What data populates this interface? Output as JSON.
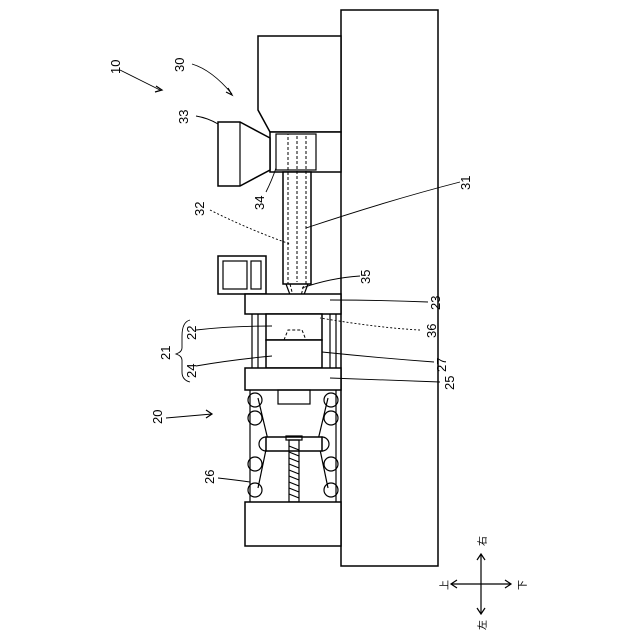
{
  "labels": {
    "l10": "10",
    "l30": "30",
    "l33": "33",
    "l32": "32",
    "l34": "34",
    "l31": "31",
    "l35": "35",
    "l23": "23",
    "l22": "22",
    "l21": "21",
    "l24": "24",
    "l36": "36",
    "l27": "27",
    "l25": "25",
    "l20": "20",
    "l26": "26"
  },
  "directions": {
    "up": "上",
    "down": "下",
    "left": "左",
    "right": "右"
  }
}
